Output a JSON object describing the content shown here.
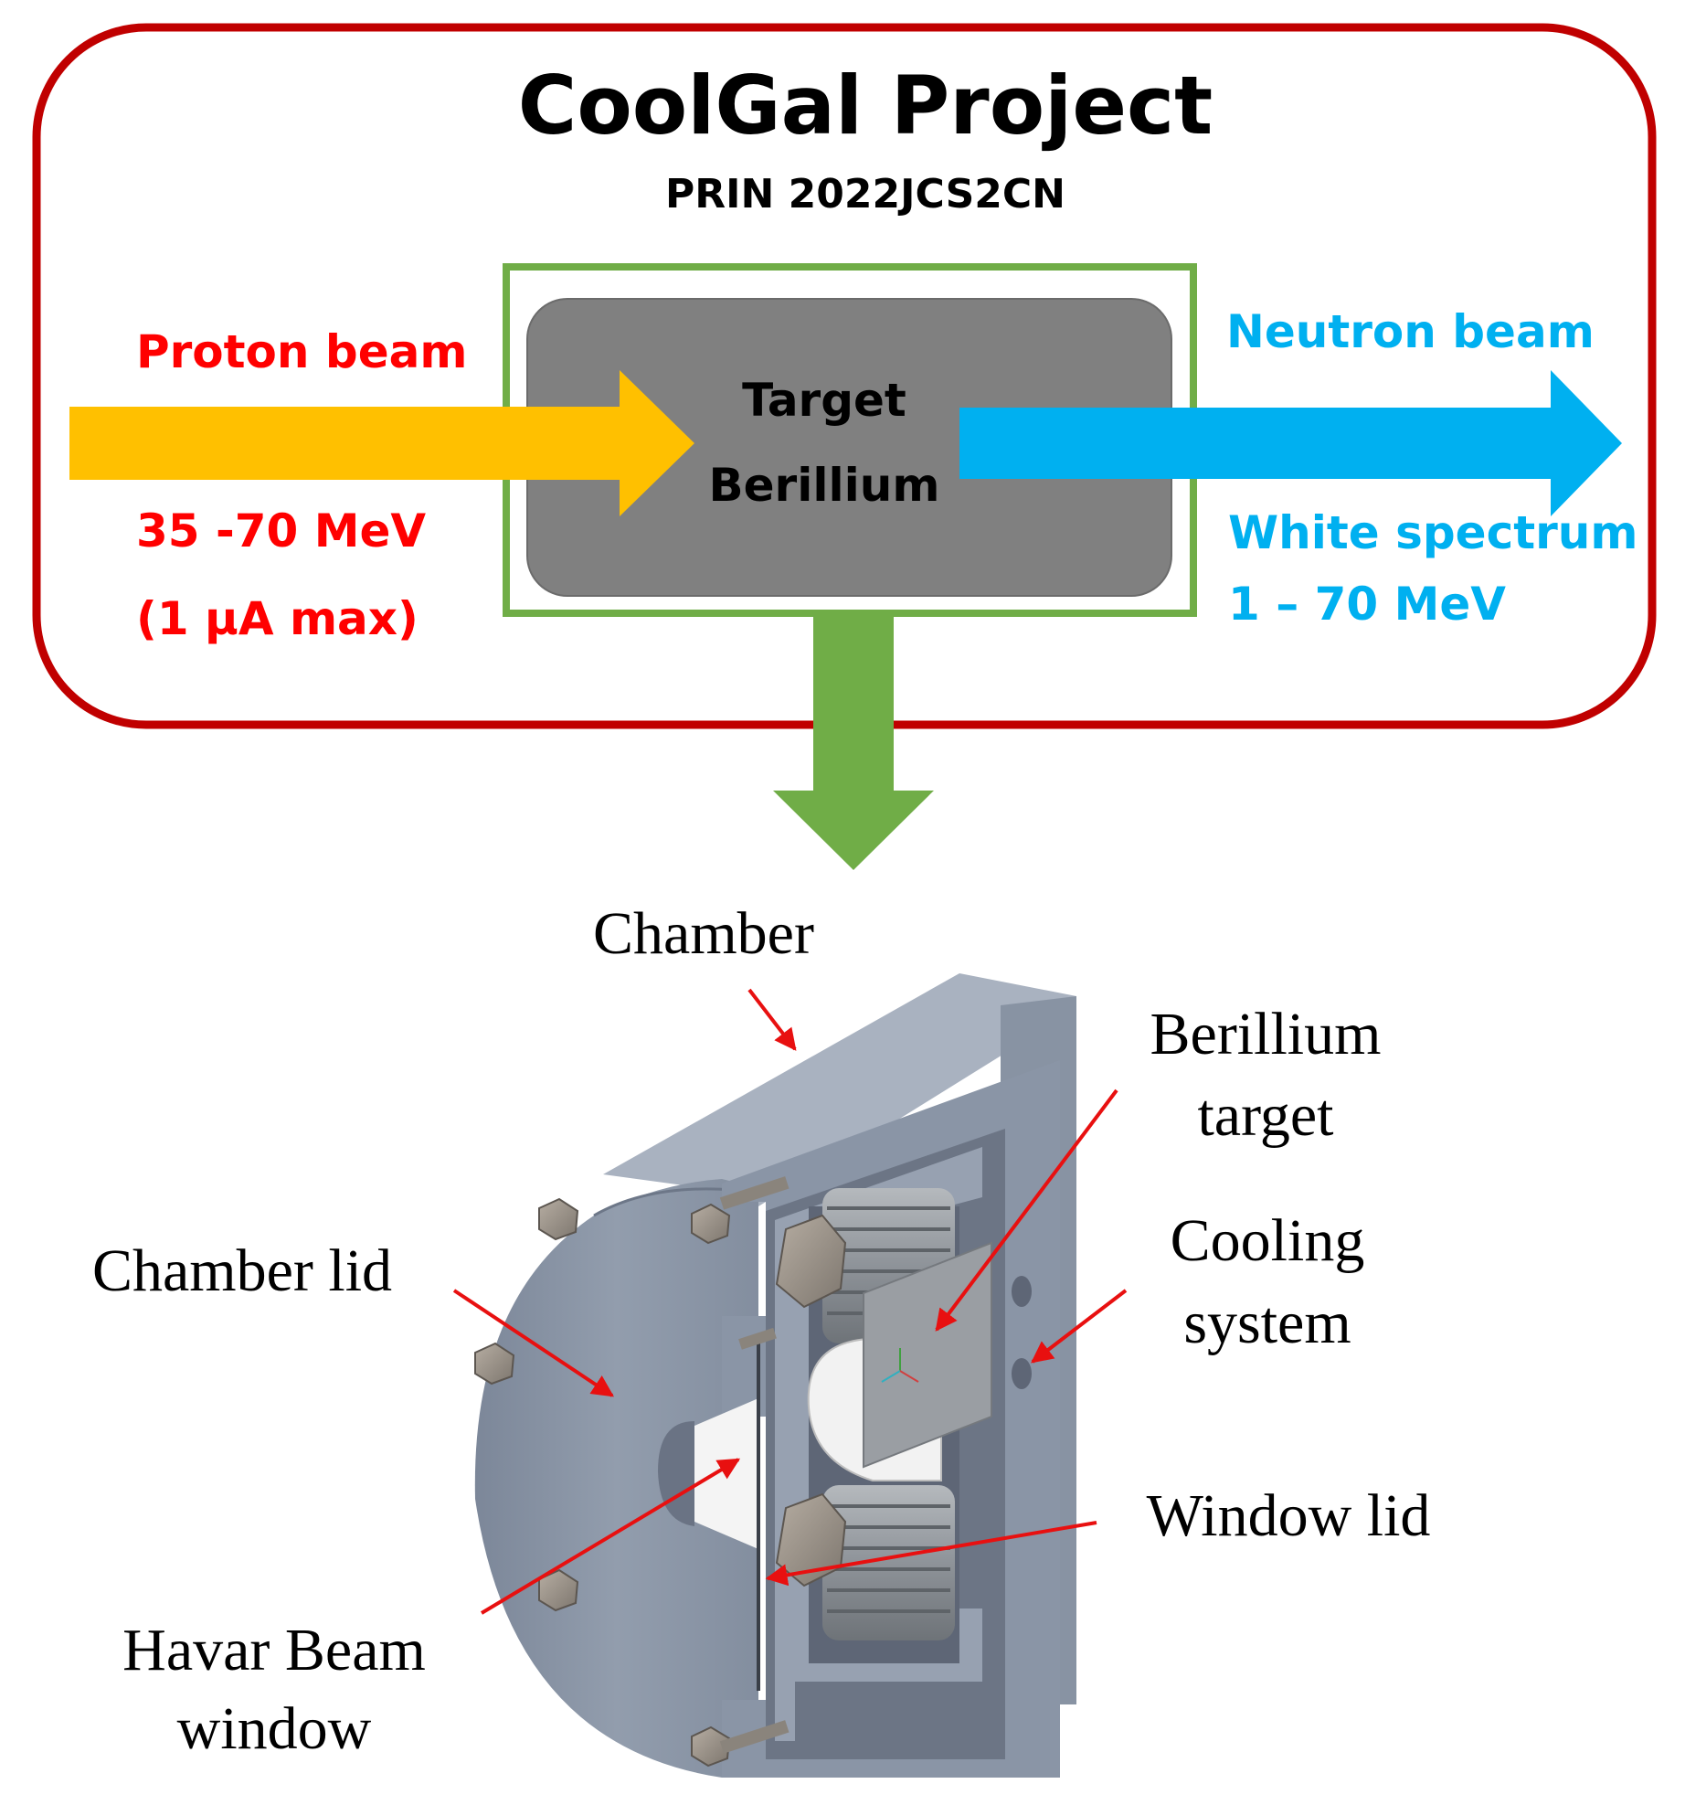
{
  "header": {
    "title": "CoolGal Project",
    "subtitle": "PRIN 2022JCS2CN"
  },
  "input_beam": {
    "label": "Proton beam",
    "energy": "35 -70 MeV",
    "current": "(1 μA max)",
    "color": "#FFC000",
    "text_color": "#FF0000"
  },
  "target": {
    "line1": "Target",
    "line2": "Berillium",
    "fill_color": "#808080",
    "frame_color": "#70AD47"
  },
  "output_beam": {
    "label": "Neutron beam",
    "spectrum": "White spectrum",
    "range": "1 – 70 MeV",
    "color": "#00B0F0"
  },
  "frame_color": "#C00000",
  "cad_labels": {
    "chamber": "Chamber",
    "berillium_target_line1": "Berillium",
    "berillium_target_line2": "target",
    "cooling_line1": "Cooling",
    "cooling_line2": "system",
    "chamber_lid": "Chamber  lid",
    "window_lid": "Window  lid",
    "havar_line1": "Havar  Beam",
    "havar_line2": "window"
  }
}
